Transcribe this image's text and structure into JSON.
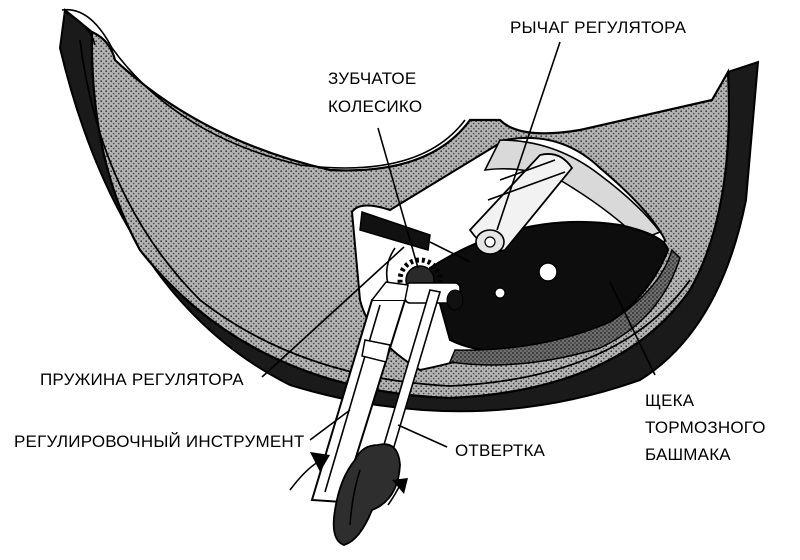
{
  "labels": {
    "lever": "РЫЧАГ РЕГУЛЯТОРА",
    "wheel_line1": "ЗУБЧАТОЕ",
    "wheel_line2": "КОЛЕСИКО",
    "spring": "ПРУЖИНА РЕГУЛЯТОРА",
    "tool": "РЕГУЛИРОВОЧНЫЙ ИНСТРУМЕНТ",
    "screwdriver": "ОТВЕРТКА",
    "shoe_line1": "ЩЕКА",
    "shoe_line2": "ТОРМОЗНОГО",
    "shoe_line3": "БАШМАКА"
  },
  "colors": {
    "ink": "#000000",
    "drum_fill": "#8f8f8f",
    "drum_face": "#a6a6a6",
    "lining": "#1a1a1a",
    "paper": "#ffffff"
  }
}
